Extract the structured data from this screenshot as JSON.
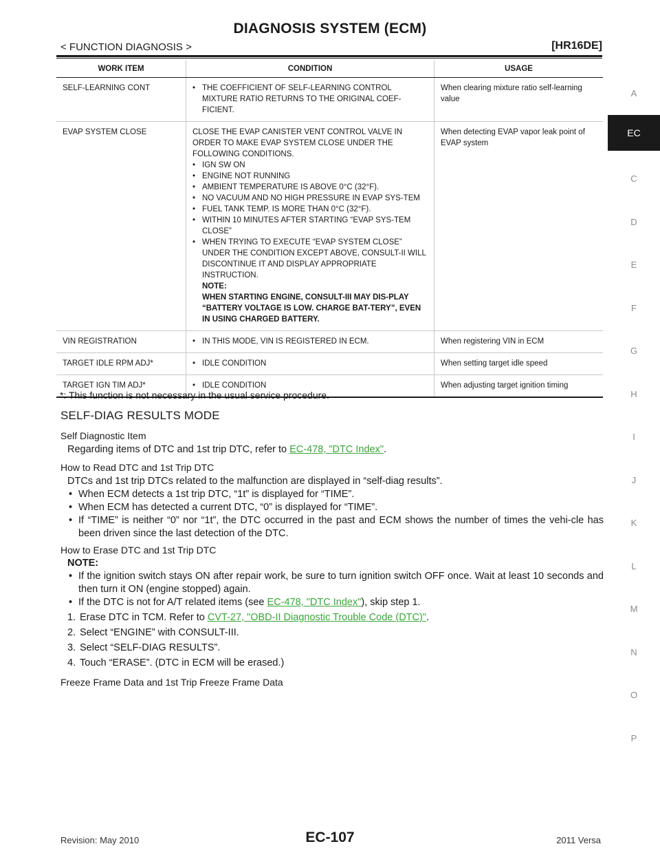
{
  "header": {
    "title": "DIAGNOSIS SYSTEM (ECM)",
    "section": "< FUNCTION DIAGNOSIS >",
    "model": "[HR16DE]"
  },
  "side_index": [
    "A",
    "EC",
    "C",
    "D",
    "E",
    "F",
    "G",
    "H",
    "I",
    "J",
    "K",
    "L",
    "M",
    "N",
    "O",
    "P"
  ],
  "table": {
    "headers": [
      "WORK ITEM",
      "CONDITION",
      "USAGE"
    ],
    "rows": [
      {
        "item": "SELF-LEARNING CONT",
        "cond_intro": "",
        "cond_bullets": [
          "THE COEFFICIENT OF SELF-LEARNING CONTROL MIXTURE RATIO RETURNS TO THE ORIGINAL COEF-FICIENT."
        ],
        "usage": "When clearing mixture ratio self-learning value"
      },
      {
        "item": "EVAP SYSTEM CLOSE",
        "cond_intro": "CLOSE THE EVAP CANISTER VENT CONTROL VALVE IN ORDER TO MAKE EVAP SYSTEM CLOSE UNDER THE FOLLOWING CONDITIONS.",
        "cond_bullets": [
          "IGN SW ON",
          "ENGINE NOT RUNNING",
          "AMBIENT TEMPERATURE IS ABOVE 0°C (32°F).",
          "NO VACUUM AND NO HIGH PRESSURE IN EVAP SYS-TEM",
          " FUEL TANK TEMP. IS MORE THAN 0°C (32°F).",
          "WITHIN 10 MINUTES AFTER STARTING “EVAP SYS-TEM CLOSE”",
          "WHEN TRYING TO EXECUTE “EVAP SYSTEM CLOSE” UNDER THE CONDITION EXCEPT ABOVE, CONSULT-II WILL DISCONTINUE IT AND DISPLAY APPROPRIATE INSTRUCTION."
        ],
        "note_label": "NOTE:",
        "note_text": "WHEN STARTING ENGINE, CONSULT-III MAY DIS-PLAY “BATTERY VOLTAGE IS LOW. CHARGE BAT-TERY”, EVEN IN USING CHARGED BATTERY.",
        "usage": "When detecting EVAP vapor leak point of EVAP system"
      },
      {
        "item": "VIN REGISTRATION",
        "cond_intro": "",
        "cond_bullets": [
          "IN THIS MODE, VIN IS REGISTERED IN ECM."
        ],
        "usage": "When registering VIN in ECM"
      },
      {
        "item": "TARGET IDLE RPM ADJ*",
        "cond_intro": "",
        "cond_bullets": [
          "IDLE CONDITION"
        ],
        "usage": "When setting target idle speed"
      },
      {
        "item": "TARGET IGN TIM ADJ*",
        "cond_intro": "",
        "cond_bullets": [
          "IDLE CONDITION"
        ],
        "usage": "When adjusting target ignition timing"
      }
    ],
    "footnote": "*: This function is not necessary in the usual service procedure."
  },
  "self_diag": {
    "heading": "SELF-DIAG RESULTS MODE",
    "item_heading": "Self Diagnostic Item",
    "item_text_pre": "Regarding items of DTC and 1st trip DTC, refer to ",
    "item_link": "EC-478, \"DTC Index\"",
    "item_text_post": ".",
    "read_heading": "How to Read DTC and 1st Trip DTC",
    "read_text": "DTCs and 1st trip DTCs related to the malfunction are displayed in “self-diag results”.",
    "read_bullets": [
      "When ECM detects a 1st trip DTC, “1t” is displayed for “TIME”.",
      "When ECM has detected a current DTC, “0” is displayed for “TIME”.",
      "If “TIME” is neither “0” nor “1t”, the DTC occurred in the past and ECM shows the number of times the vehi-cle has been driven since the last detection of the DTC."
    ],
    "erase_heading": "How to Erase DTC and 1st Trip DTC",
    "note_label": "NOTE:",
    "erase_bullet1": "If the ignition switch stays ON after repair work, be sure to turn ignition switch OFF once. Wait at least 10 seconds and then turn it ON (engine stopped) again.",
    "erase_bullet2_pre": "If the DTC is not for A/T related items (see ",
    "erase_bullet2_link": "EC-478, \"DTC Index\"",
    "erase_bullet2_post": "), skip step 1.",
    "steps": [
      {
        "num": "1.",
        "pre": "Erase DTC in TCM. Refer to ",
        "link": "CVT-27, \"OBD-II Diagnostic Trouble Code (DTC)\"",
        "post": "."
      },
      {
        "num": "2.",
        "pre": "Select “ENGINE” with CONSULT-III.",
        "link": "",
        "post": ""
      },
      {
        "num": "3.",
        "pre": "Select “SELF-DIAG RESULTS”.",
        "link": "",
        "post": ""
      },
      {
        "num": "4.",
        "pre": "Touch “ERASE”. (DTC in ECM will be erased.)",
        "link": "",
        "post": ""
      }
    ],
    "freeze_heading": "Freeze Frame Data and 1st Trip Freeze Frame Data"
  },
  "footer": {
    "revision": "Revision: May 2010",
    "page": "EC-107",
    "model_year": "2011 Versa"
  },
  "colors": {
    "link": "#3aa63a",
    "text": "#1a1a1a",
    "tab_active_bg": "#1a1a1a"
  }
}
